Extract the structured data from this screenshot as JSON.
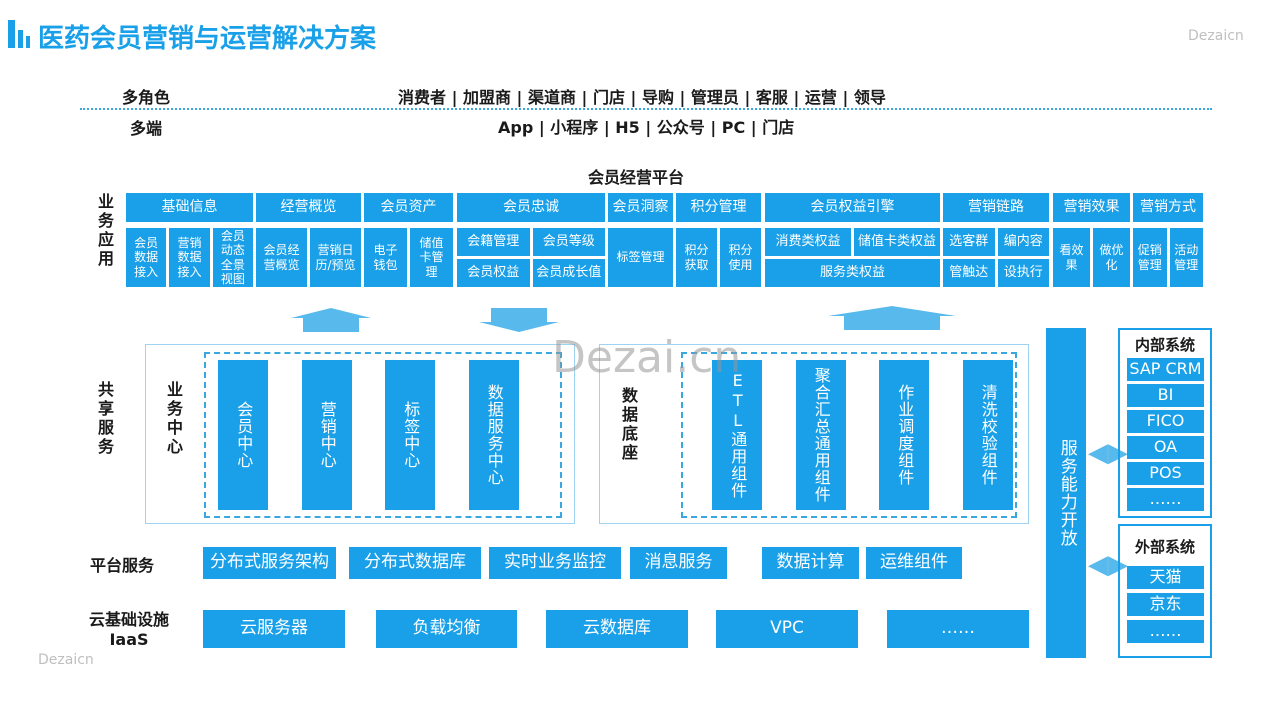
{
  "header": {
    "title": "医药会员营销与运营解决方案",
    "brand": "Dezaicn",
    "brand_bottom": "Dezaicn",
    "watermark": "Dezai.cn"
  },
  "roles": {
    "label": "多角色",
    "value": "消费者 | 加盟商 | 渠道商 | 门店 | 导购 | 管理员 | 客服 | 运营 | 领导"
  },
  "terminals": {
    "label": "多端",
    "value": "App | 小程序 | H5 | 公众号 | PC | 门店"
  },
  "platform_title": "会员经营平台",
  "business_app": {
    "label": "业务应用",
    "groups": [
      {
        "header": "基础信息",
        "items": [
          "会员数据接入",
          "营销数据接入",
          "会员动态全景视图"
        ]
      },
      {
        "header": "经营概览",
        "items": [
          "会员经营概览",
          "营销日历/预览"
        ]
      },
      {
        "header": "会员资产",
        "items": [
          "电子钱包",
          "储值卡管理"
        ]
      },
      {
        "header": "会员忠诚",
        "items": [
          "会籍管理",
          "会员等级",
          "会员权益",
          "会员成长值"
        ]
      },
      {
        "header": "会员洞察",
        "items": [
          "标签管理"
        ]
      },
      {
        "header": "积分管理",
        "items": [
          "积分获取",
          "积分使用"
        ]
      },
      {
        "header": "会员权益引擎",
        "items": [
          "消费类权益",
          "储值卡类权益",
          "服务类权益"
        ]
      },
      {
        "header": "营销链路",
        "items": [
          "选客群",
          "编内容",
          "管触达",
          "设执行"
        ]
      },
      {
        "header": "营销效果",
        "items": [
          "看效果",
          "做优化"
        ]
      },
      {
        "header": "营销方式",
        "items": [
          "促销管理",
          "活动管理"
        ]
      }
    ]
  },
  "shared": {
    "label": "共享服务",
    "business_center": {
      "label": "业务中心",
      "items": [
        "会员中心",
        "营销中心",
        "标签中心",
        "数据服务中心"
      ]
    },
    "data_base": {
      "label": "数据底座",
      "items": [
        "ETL通用组件",
        "聚合汇总通用组件",
        "作业调度组件",
        "清洗校验组件"
      ]
    }
  },
  "open_service": "服务能力开放",
  "internal": {
    "title": "内部系统",
    "items": [
      "SAP CRM",
      "BI",
      "FICO",
      "OA",
      "POS",
      "……"
    ]
  },
  "external": {
    "title": "外部系统",
    "items": [
      "天猫",
      "京东",
      "……"
    ]
  },
  "platform_service": {
    "label": "平台服务",
    "items": [
      "分布式服务架构",
      "分布式数据库",
      "实时业务监控",
      "消息服务",
      "数据计算",
      "运维组件"
    ]
  },
  "iaas": {
    "label": "云基础设施IaaS",
    "items": [
      "云服务器",
      "负载均衡",
      "云数据库",
      "VPC",
      "……"
    ]
  },
  "colors": {
    "accent": "#1aa0e8",
    "dashed": "#3aa8e0"
  }
}
